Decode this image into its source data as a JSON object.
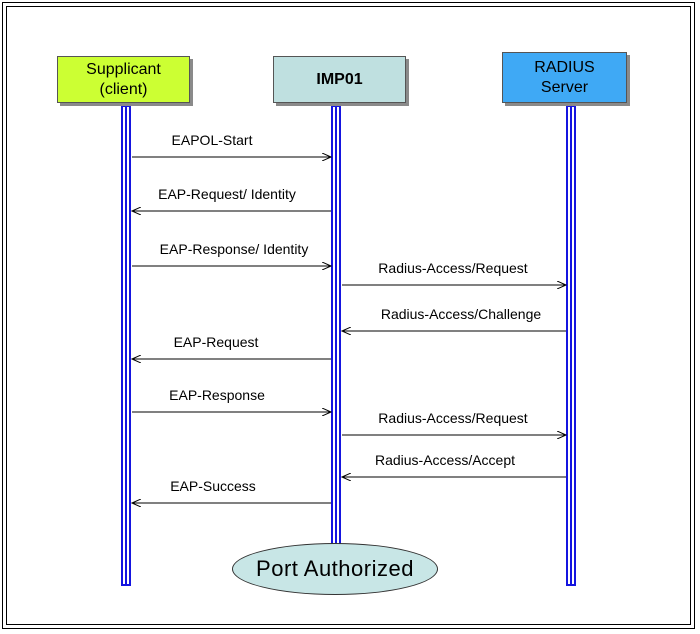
{
  "actors": [
    {
      "id": "supplicant",
      "label": "Supplicant\n(client)",
      "color": "#ccff33",
      "bold": false
    },
    {
      "id": "imp01",
      "label": "IMP01",
      "color": "#bfe0e0",
      "bold": true
    },
    {
      "id": "radius",
      "label": "RADIUS\nServer",
      "color": "#3fa9f5",
      "bold": false
    }
  ],
  "messages": [
    {
      "label": "EAPOL-Start",
      "from": "supplicant",
      "to": "imp01"
    },
    {
      "label": "EAP-Request/ Identity",
      "from": "imp01",
      "to": "supplicant"
    },
    {
      "label": "EAP-Response/ Identity",
      "from": "supplicant",
      "to": "imp01"
    },
    {
      "label": "Radius-Access/Request",
      "from": "imp01",
      "to": "radius"
    },
    {
      "label": "Radius-Access/Challenge",
      "from": "radius",
      "to": "imp01"
    },
    {
      "label": "EAP-Request",
      "from": "imp01",
      "to": "supplicant"
    },
    {
      "label": "EAP-Response",
      "from": "supplicant",
      "to": "imp01"
    },
    {
      "label": "Radius-Access/Request",
      "from": "imp01",
      "to": "radius"
    },
    {
      "label": "Radius-Access/Accept",
      "from": "radius",
      "to": "imp01"
    },
    {
      "label": "EAP-Success",
      "from": "imp01",
      "to": "supplicant"
    }
  ],
  "final_state": {
    "label": "Port Authorized",
    "color": "#c8e6e6"
  },
  "colors": {
    "lifeline": "#1515e0",
    "arrow": "#000000"
  }
}
